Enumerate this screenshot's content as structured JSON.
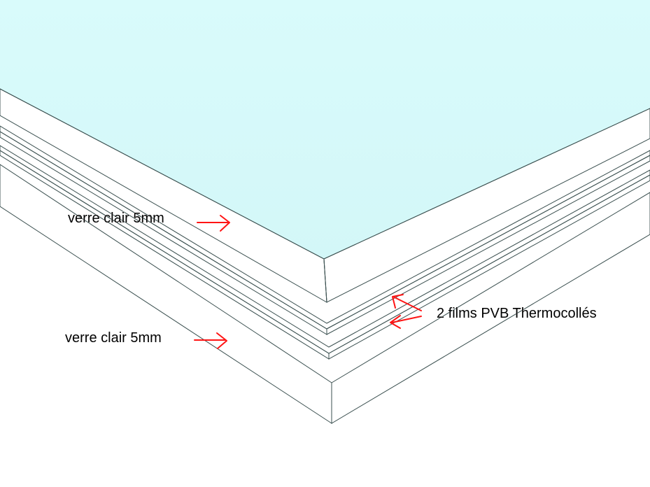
{
  "labels": {
    "top_glass": "verre clair 5mm",
    "bottom_glass": "verre clair 5mm",
    "films": "2 films PVB Thermocollés"
  },
  "colors": {
    "glass_top_face": "#d6fbfb",
    "glass_side": "#cde9ea",
    "arrow": "#ff1414",
    "text": "#000000"
  }
}
